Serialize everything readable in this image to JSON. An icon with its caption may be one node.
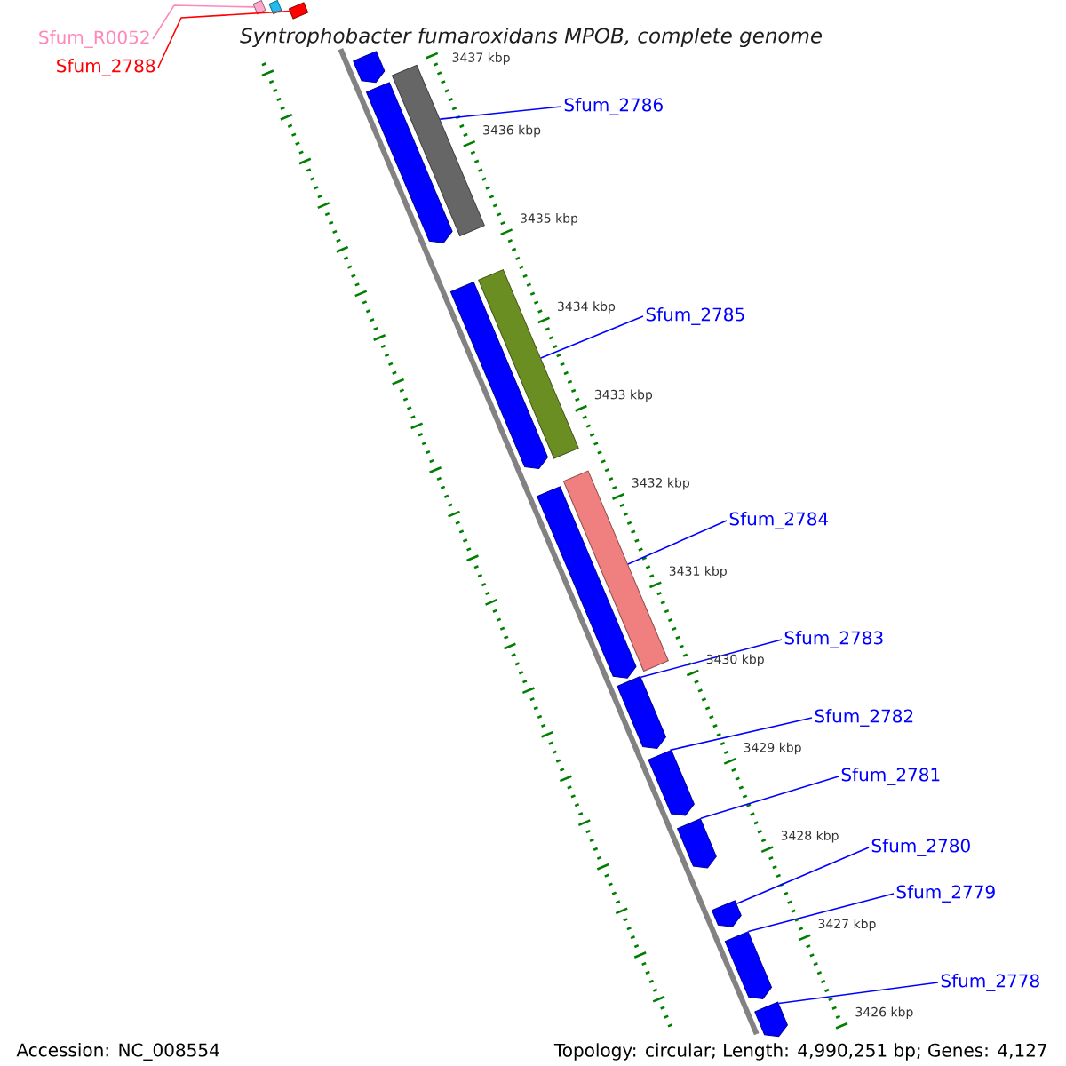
{
  "diagram": {
    "title": "Syntrophobacter fumaroxidans MPOB, complete genome",
    "nodes": [
      {
        "text": [
          "Sfum_R0052"
        ]
      },
      {
        "text": [
          "Sfum_2788"
        ]
      },
      {
        "text": [],
        "shape": "bar"
      },
      {
        "text": [],
        "shape": "bar"
      },
      {
        "text": [],
        "shape": "bar"
      },
      {
        "text": [],
        "shape": "arrow"
      },
      {
        "text": [
          "Sfum_2786"
        ]
      },
      {
        "text": [],
        "shape": "arrow"
      },
      {
        "text": [],
        "shape": "bar"
      },
      {
        "text": [
          "Sfum_2785"
        ]
      },
      {
        "text": [],
        "shape": "arrow"
      },
      {
        "text": [],
        "shape": "bar"
      },
      {
        "text": [
          "Sfum_2784"
        ]
      },
      {
        "text": [],
        "shape": "arrow"
      },
      {
        "text": [],
        "shape": "bar"
      },
      {
        "text": [
          "Sfum_2783"
        ]
      },
      {
        "text": [],
        "shape": "arrow"
      },
      {
        "text": [
          "Sfum_2782"
        ]
      },
      {
        "text": [],
        "shape": "arrow"
      },
      {
        "text": [
          "Sfum_2781"
        ]
      },
      {
        "text": [],
        "shape": "arrow"
      },
      {
        "text": [
          "Sfum_2780"
        ]
      },
      {
        "text": [],
        "shape": "arrow"
      },
      {
        "text": [
          "Sfum_2779"
        ]
      },
      {
        "text": [],
        "shape": "arrow"
      },
      {
        "text": [
          "Sfum_2778"
        ]
      },
      {
        "text": [],
        "shape": "arrow"
      }
    ],
    "edges": [
      {
        "from": 0,
        "to": 2,
        "arrow": "none",
        "color": "#ff88bb"
      },
      {
        "from": 1,
        "to": 4,
        "arrow": "none",
        "color": "#ff0000"
      },
      {
        "from": 6,
        "to": 8,
        "arrow": "none"
      },
      {
        "from": 9,
        "to": 11,
        "arrow": "none"
      },
      {
        "from": 12,
        "to": 14,
        "arrow": "none"
      },
      {
        "from": 15,
        "to": 16,
        "arrow": "none"
      },
      {
        "from": 17,
        "to": 18,
        "arrow": "none"
      },
      {
        "from": 19,
        "to": 20,
        "arrow": "none"
      },
      {
        "from": 21,
        "to": 22,
        "arrow": "none"
      },
      {
        "from": 23,
        "to": 24,
        "arrow": "none"
      },
      {
        "from": 25,
        "to": 26,
        "arrow": "none"
      }
    ],
    "labels": [
      "3437 kbp",
      "3436 kbp",
      "3435 kbp",
      "3434 kbp",
      "3433 kbp",
      "3432 kbp",
      "3431 kbp",
      "3430 kbp",
      "3429 kbp",
      "3428 kbp",
      "3427 kbp",
      "3426 kbp",
      "Accession: NC_008554",
      "Topology: circular; Length: 4,990,251 bp; Genes: 4,127"
    ]
  }
}
